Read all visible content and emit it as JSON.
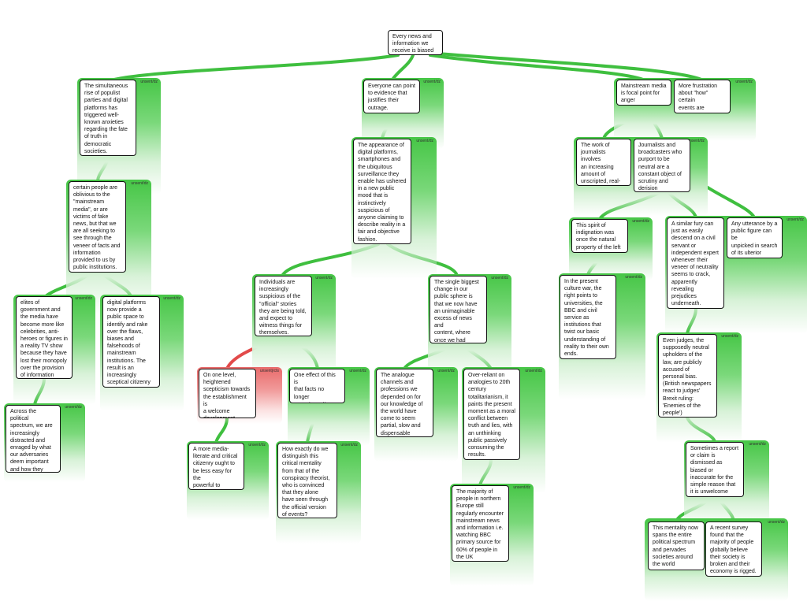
{
  "tag_unsent": "unsent/dz",
  "tag_red": "unsentjrcts",
  "nodes": {
    "root": "Every news and\ninformation we\nreceive is biased",
    "populist": "The simultaneous\nrise of populist\nparties and digital\nplatforms has\ntriggered well-\nknown anxieties\nregarding the fate\nof truth in\ndemocratic\nsocieties.",
    "oblivious": "certain people are\noblivious to the\n\"mainstream\nmedia\", or are\nvictims of fake\nnews, but that we\nare all seeking to\nsee through the\nveneer of facts and\ninformation\nprovided to us by\npublic institutions.",
    "elites": "elites of\ngovernment and\nthe media have\nbecome more like\ncelebrities, anti-\nheroes or figures in\na reality TV show\nbecause they have\nlost their monopoly\nover the provision\nof information",
    "digital": "digital platforms\nnow provide a\npublic space to\nidentify and rake\nover the flaws,\nbiases and\nfalsehoods of\nmainstream\ninstitutions. The\nresult is an\nincreasingly\nsceptical citizenry",
    "across": "Across the political\nspectrum, we are\nincreasingly\ndistracted and\nenraged by what\nour adversaries\ndeem important\nand how they frame\nit.",
    "evidence": "Everyone can point\nto evidence that\njustifies their\noutrage.",
    "appearance": "The appearance of\ndigital platforms,\nsmartphones and\nthe ubiquitous\nsurveillance they\nenable has ushered\nin a new public\nmood that is\ninstinctively\nsuspicious of\nanyone claiming to\ndescribe reality in a\nfair and objective\nfashion.",
    "individuals": "Individuals are\nincreasingly\nsuspicious of the\n\"official\" stories\nthey are being told,\nand expect to\nwitness things for\nthemselves.",
    "biggest": "The single biggest\nchange in our\npublic sphere is\nthat we now have\nan unimaginable\nexcess of news and\ncontent, where\nonce we had\nscarcity.",
    "onelevel": "On one level,\nheightened\nscepticism towards\nthe establishment is\na welcome\ndevelopment.",
    "effect": "One effect of this is\nthat facts no longer\nseem to matter\n(Post-truth)",
    "analogue": "The analogue\nchannels and\nprofessions we\ndepended on for\nour knowledge of\nthe world have\ncome to seem\npartial, slow and\ndispensable",
    "overreliant": "Over-reliant on\nanalogies to 20th\ncentury\ntotalitarianism, it\npaints the present\nmoment as a moral\nconflict between\ntruth and lies, with\nan unthinking\npublic passively\nconsuming the\nresults.",
    "medialiterate": "A more media-\nliterate and critical\ncitizenry ought to\nbe less easy for the\npowerful to\nmanipulate.",
    "howexactly": "How exactly do we\ndistinguish this\ncritical mentality\nfrom that of the\nconspiracy theorist,\nwho is convinced\nthat they alone\nhave seen through\nthe official version\nof events?",
    "majority": "The majority of\npeople in northern\nEurope still\nregularly encounter\nmainstream news\nand information i.e.\nwatching BBC\nprimary source for\n60% of people in\nthe UK",
    "mainstream": "Mainstream media\nis focal point for\nanger",
    "frustration": "More frustration\nabout \"how\" certain\nevents are\nrepresented",
    "journalists_work": "The work of\njournalists involves\nan increasing\namount of\nunscripted, real-\ntime discussion.",
    "broadcasters": "Journalists and\nbroadcasters who\npurport to be\nneutral are a\nconstant object of\nscrutiny and\nderision",
    "indignation": "This spirit of\nindignation was\nonce the natural\nproperty of the left",
    "fury": "A similar fury can\njust as easily\ndescend on a civil\nservant or\nindependent expert\nwhenever their\nveneer of neutrality\nseems to crack,\napparently\nrevealing\nprejudices\nunderneath.",
    "utterance": "Any utterance by a\npublic figure can be\nunpicked in search\nof its ulterior\nmotive.",
    "culturewar": "In the present\nculture war, the\nright points to\nuniversities, the\nBBC and civil\nservice as\ninstitutions that\ntwist our basic\nunderstanding of\nreality to their own\nends.",
    "judges": "Even judges, the\nsupposedly neutral\nupholders of the\nlaw, are publicly\naccused of\npersonal bias.\n(British newspapers\nreact to judges'\nBrexit ruling:\n'Enemies of the\npeople')",
    "sometimes": "Sometimes a report\nor claim is\ndismissed as\nbiased or\ninaccurate for the\nsimple reason that\nit is unwelcome",
    "spans": "This mentality now\nspans the entire\npolitical spectrum\nand pervades\nsocieties around\nthe world",
    "survey": "A recent survey\nfound that the\nmajority of people\nglobally believe\ntheir society is\nbroken and their\neconomy is rigged."
  }
}
